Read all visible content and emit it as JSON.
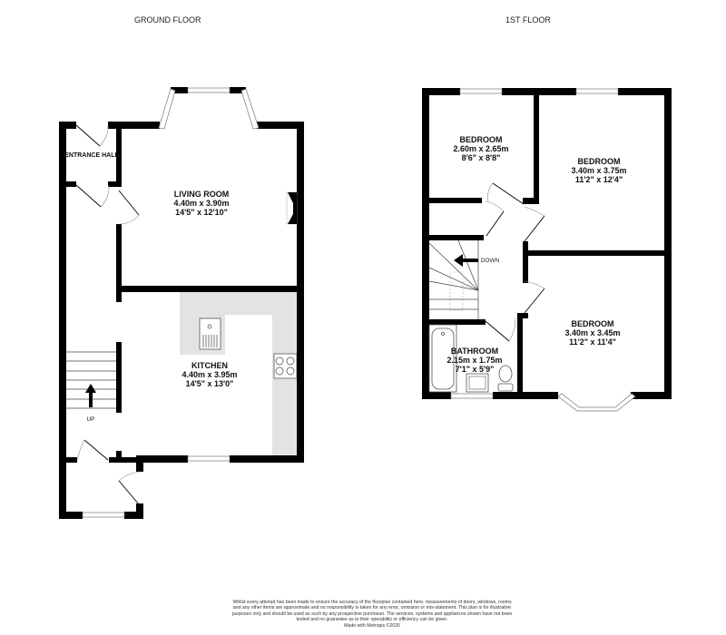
{
  "floors": {
    "ground": {
      "title": "GROUND FLOOR",
      "rooms": {
        "entrance_hall": {
          "name": "ENTRANCE HALL"
        },
        "living_room": {
          "name": "LIVING ROOM",
          "metric": "4.40m  x 3.90m",
          "imperial": "14'5\"  x 12'10\""
        },
        "kitchen": {
          "name": "KITCHEN",
          "metric": "4.40m  x 3.95m",
          "imperial": "14'5\"  x 13'0\""
        }
      },
      "stairs_label": "UP"
    },
    "first": {
      "title": "1ST FLOOR",
      "rooms": {
        "bedroom_small": {
          "name": "BEDROOM",
          "metric": "2.60m  x 2.65m",
          "imperial": "8'6\"  x 8'8\""
        },
        "bedroom_front": {
          "name": "BEDROOM",
          "metric": "3.40m  x 3.75m",
          "imperial": "11'2\"  x 12'4\""
        },
        "bedroom_rear": {
          "name": "BEDROOM",
          "metric": "3.40m  x 3.45m",
          "imperial": "11'2\"  x 11'4\""
        },
        "bathroom": {
          "name": "BATHROOM",
          "metric": "2.15m  x 1.75m",
          "imperial": "7'1\"  x 5'9\""
        }
      },
      "stairs_label": "DOWN"
    }
  },
  "disclaimer": "Whilst every attempt has been made to ensure the accuracy of the floorplan contained here, measurements of doors, windows, rooms and any other items are approximate and no responsibility is taken for any error, omission or mis-statement. This plan is for illustrative purposes only and should be used as such by any prospective purchaser. The services, systems and appliances shown have not been tested and no guarantee as to their operability or efficiency can be given.",
  "credit": "Made with Metropix ©2026",
  "colors": {
    "wall": "#000000",
    "counter": "#e3e3e3"
  }
}
